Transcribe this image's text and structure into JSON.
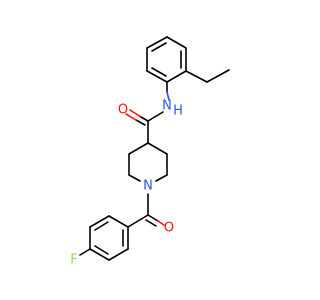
{
  "molecule": {
    "atoms": {
      "amide_oxygen": "O",
      "amide_nitrogen": "N",
      "amide_hydrogen": "H",
      "ring_nitrogen": "N",
      "ketone_oxygen": "O",
      "fluorine": "F"
    },
    "colors": {
      "bond": "#000000",
      "oxygen": "#ff0d0d",
      "nitrogen": "#3050f8",
      "fluorine": "#90e050",
      "background": "#ffffff"
    }
  }
}
